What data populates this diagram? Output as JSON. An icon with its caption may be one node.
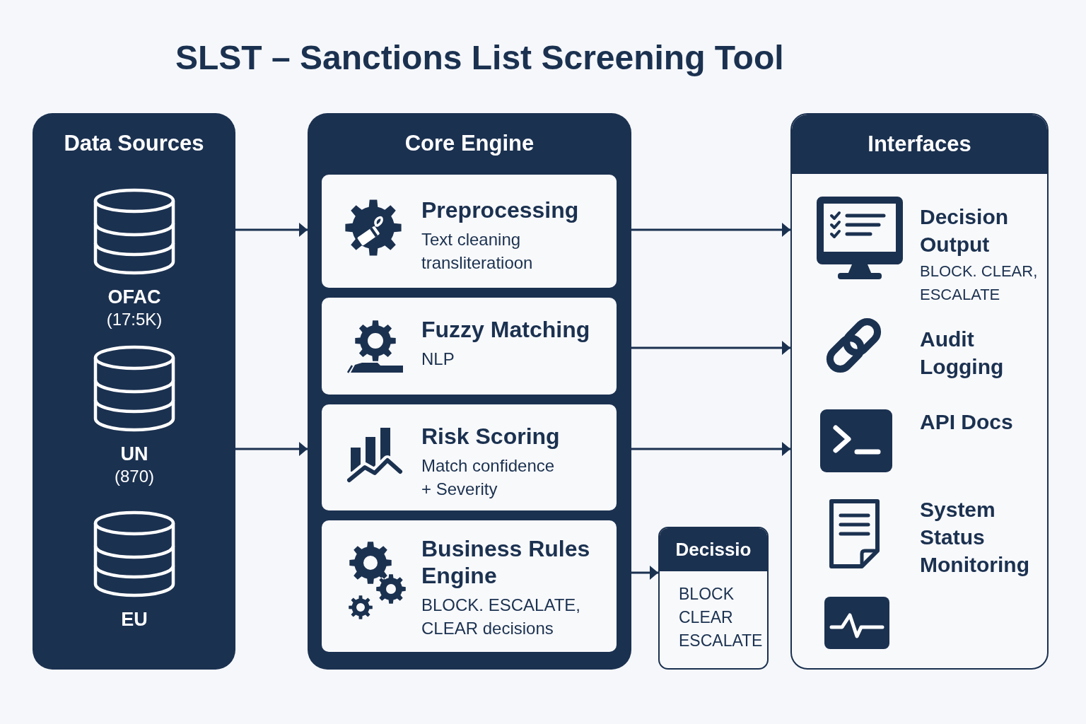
{
  "diagram": {
    "title": "SLST – Sanctions List Screening Tool",
    "nodes": [
      {
        "text": [
          "Data Sources"
        ]
      },
      {
        "text": [
          "OFAC",
          "(17:5K)"
        ],
        "in": 0
      },
      {
        "text": [
          "UN",
          "(870)"
        ],
        "in": 0
      },
      {
        "text": [
          "EU"
        ],
        "in": 0
      },
      {
        "text": [
          "Core Engine"
        ]
      },
      {
        "text": [
          "Preprocessing",
          "Text cleaning transliteratioon"
        ],
        "in": 4
      },
      {
        "text": [
          "Fuzzy Matching",
          "NLP"
        ],
        "in": 4
      },
      {
        "text": [
          "Risk Scoring",
          "Match confidence + Severity"
        ],
        "in": 4
      },
      {
        "text": [
          "Business Rules Engine",
          "BLOCK. ESCALATE, CLEAR decisions"
        ],
        "in": 4
      },
      {
        "text": [
          "Decissio",
          "BLOCK",
          "CLEAR",
          "ESCALATE"
        ]
      },
      {
        "text": [
          "Interfaces"
        ]
      },
      {
        "text": [
          "Decision Output",
          "BLOCK. CLEAR, ESCALATE"
        ],
        "in": 10
      },
      {
        "text": [
          "Audit Logging"
        ],
        "in": 10
      },
      {
        "text": [
          "API Docs"
        ],
        "in": 10
      },
      {
        "text": [
          "System Status Monitoring"
        ],
        "in": 10
      }
    ],
    "edges": [
      {
        "from": 0,
        "to": 4,
        "arrow": "to"
      },
      {
        "from": 0,
        "to": 4,
        "arrow": "to"
      },
      {
        "from": 4,
        "to": 10,
        "arrow": "to"
      },
      {
        "from": 4,
        "to": 10,
        "arrow": "to"
      },
      {
        "from": 4,
        "to": 10,
        "arrow": "to"
      },
      {
        "from": 4,
        "to": 9,
        "arrow": "to"
      }
    ]
  }
}
